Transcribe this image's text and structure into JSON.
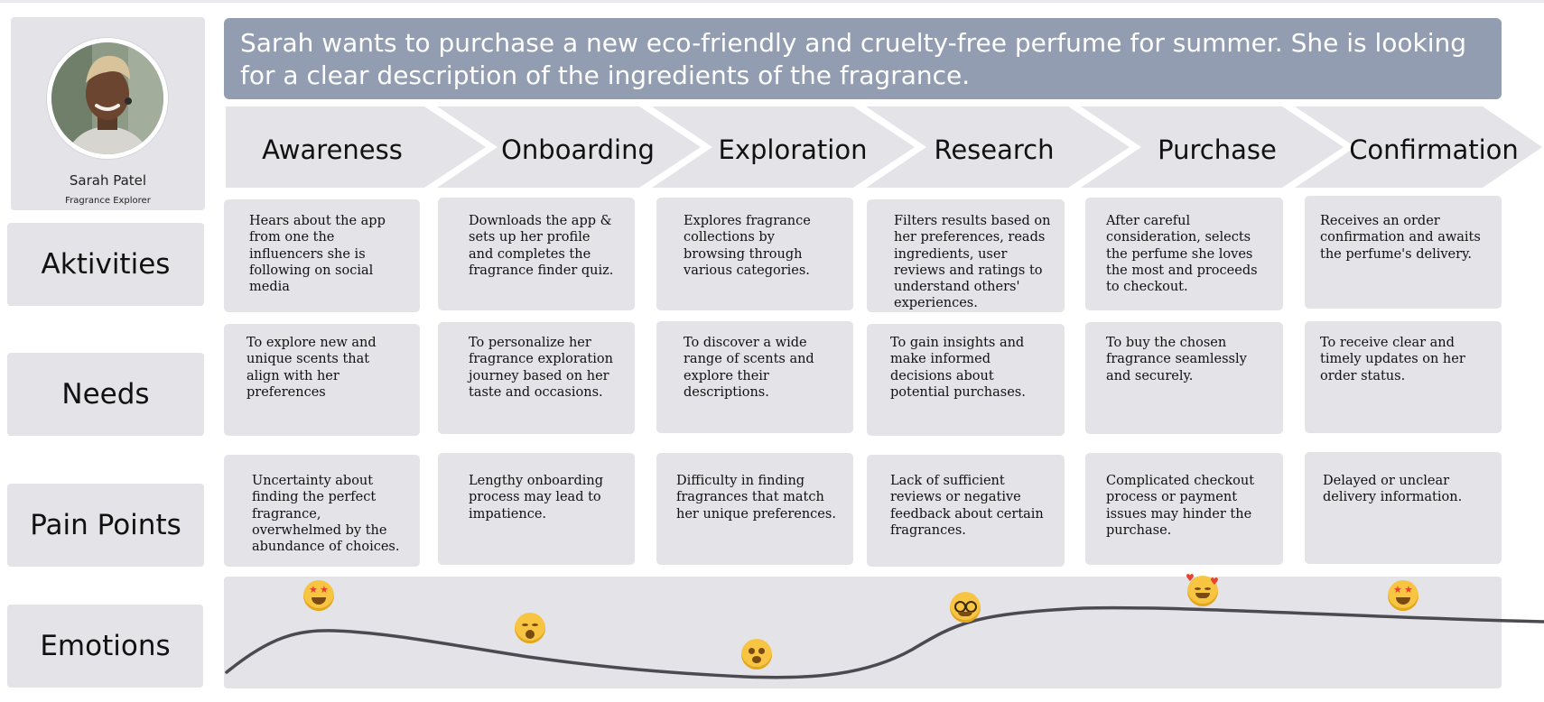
{
  "persona": {
    "name": "Sarah Patel",
    "role": "Fragrance Explorer",
    "avatar_icon": "portrait-photo"
  },
  "scenario": "Sarah wants to purchase a new eco-friendly and cruelty-free perfume for summer. She is looking for a clear description of the ingredients of the fragrance.",
  "stages": [
    "Awareness",
    "Onboarding",
    "Exploration",
    "Research",
    "Purchase",
    "Confirmation"
  ],
  "rows": {
    "activities": {
      "label": "Aktivities",
      "items": [
        "Hears about the app from one the influencers she is following on social media",
        "Downloads the app & sets up her profile and completes the fragrance finder quiz.",
        "Explores fragrance collections by browsing through various categories.",
        "Filters results based on her preferences, reads ingredients, user reviews and ratings to understand others' experiences.",
        "After careful consideration, selects the perfume she loves the most and proceeds to checkout.",
        "Receives an order confirmation and awaits the perfume's delivery."
      ]
    },
    "needs": {
      "label": "Needs",
      "items": [
        "To explore new and unique scents that align with her preferences",
        "To personalize her fragrance exploration journey based on her taste and occasions.",
        "To discover a wide range of scents and explore their descriptions.",
        "To gain insights and make informed decisions about potential purchases.",
        "To buy the chosen fragrance seamlessly and securely.",
        "To receive clear and timely updates on her order status."
      ]
    },
    "pain_points": {
      "label": "Pain Points",
      "items": [
        "Uncertainty about finding the perfect fragrance, overwhelmed by the abundance of choices.",
        "Lengthy onboarding process may lead to impatience.",
        "Difficulty in finding fragrances that match her unique preferences.",
        "Lack of sufficient reviews or negative feedback about certain fragrances.",
        "Complicated checkout process or payment issues may hinder the purchase.",
        "Delayed or unclear delivery information."
      ]
    },
    "emotions": {
      "label": "Emotions",
      "icons": [
        "star-struck-emoji-icon",
        "yawning-emoji-icon",
        "mind-blown-emoji-icon",
        "nerd-emoji-icon",
        "smiling-hearts-emoji-icon",
        "star-struck-emoji-icon"
      ]
    }
  },
  "colors": {
    "panel": "#e3e3e8",
    "scenario_bg": "#929db1",
    "curve": "#4a4a50",
    "emoji": "#f7c542"
  }
}
